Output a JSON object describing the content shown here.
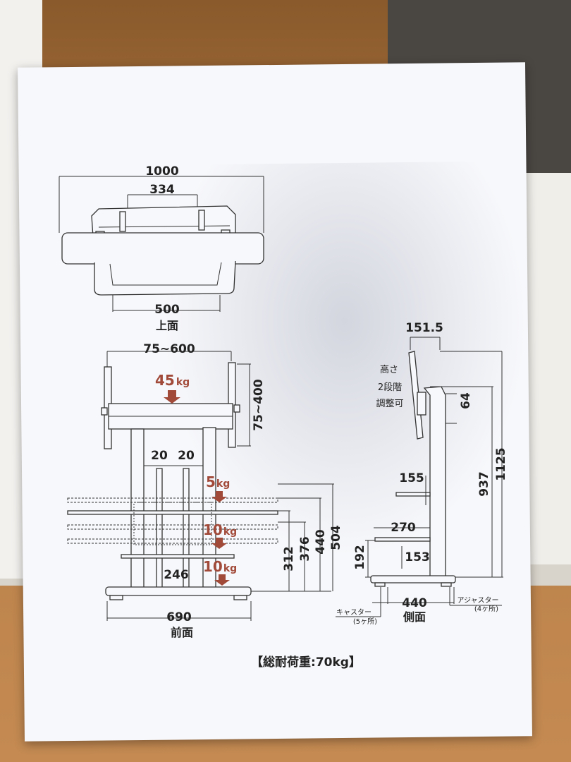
{
  "top_view": {
    "width_total": "1000",
    "width_inner": "334",
    "base_width": "500",
    "caption": "上面"
  },
  "front_view": {
    "vesa_horizontal": "75~600",
    "vesa_vertical": "75~400",
    "tv_load_value": "45",
    "tv_load_unit": "kg",
    "pole_gap_left": "20",
    "pole_gap_right": "20",
    "shelf_top_load_value": "5",
    "shelf_top_load_unit": "kg",
    "shelf_mid_load_value": "10",
    "shelf_mid_load_unit": "kg",
    "shelf_bottom_load_value": "10",
    "shelf_bottom_load_unit": "kg",
    "shelf_inner_width": "246",
    "shelf_heights": [
      "312",
      "376",
      "440",
      "504"
    ],
    "base_width": "690",
    "caption": "前面"
  },
  "side_view": {
    "bracket_depth": "151.5",
    "height_note_lines": [
      "高さ",
      "2段階",
      "調整可"
    ],
    "height_step": "64",
    "height_low": "937",
    "height_high": "1125",
    "top_shelf_depth": "155",
    "mid_shelf_depth": "270",
    "bottom_shelf_depth": "153",
    "bottom_shelf_height": "192",
    "base_depth": "440",
    "caster_label": "キャスター",
    "caster_count": "(5ヶ所)",
    "adjuster_label": "アジャスター",
    "adjuster_count": "(4ヶ所)",
    "caption": "側面"
  },
  "total_load": "【総耐荷重:70kg】"
}
